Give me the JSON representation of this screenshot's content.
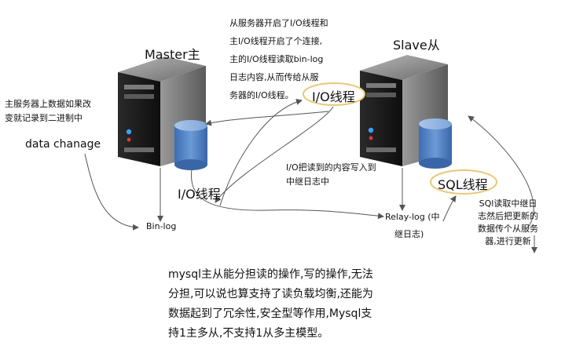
{
  "master": {
    "title": "Master主"
  },
  "slave": {
    "title": "Slave从"
  },
  "note_top": {
    "lines": [
      "从服务器开启了I/O线程和",
      "主I/O线程开启了个连接,",
      "主的I/O线程读取bin-log",
      "日志内容,从而传给从服",
      "务器的I/O线程。"
    ]
  },
  "slave_io_thread": "I/O线程",
  "master_io_thread": "I/O线程",
  "sql_thread": "SQL线程",
  "left_note": {
    "lines": [
      "主服务器上数据如果改",
      "变就记录到二进制中"
    ]
  },
  "data_change": "data   chanage",
  "binlog": "Bin-log",
  "io_write_note": {
    "lines": [
      "I/O把读到的内容写入到",
      "中继日志中"
    ]
  },
  "relay_log": {
    "line1": "Relay-log (中",
    "line2": "继日志)"
  },
  "sql_note": {
    "lines": [
      "SQl读取中继日",
      "志然后把更新的",
      "数据传个从服务",
      "器,进行更新"
    ]
  },
  "summary": {
    "lines": [
      "mysql主从能分担读的操作,写的操作,无法",
      "分担,可以说也算支持了读负载均衡,还能为",
      "数据起到了冗余性,安全型等作用,Mysql支",
      "持1主多从,不支持1从多主模型。"
    ]
  },
  "colors": {
    "server_dark": "#1e1e1e",
    "server_light": "#8a8a8a",
    "db_blue": "#4a7cc0",
    "oval_border": "#e8c878",
    "arrow": "#555555"
  }
}
